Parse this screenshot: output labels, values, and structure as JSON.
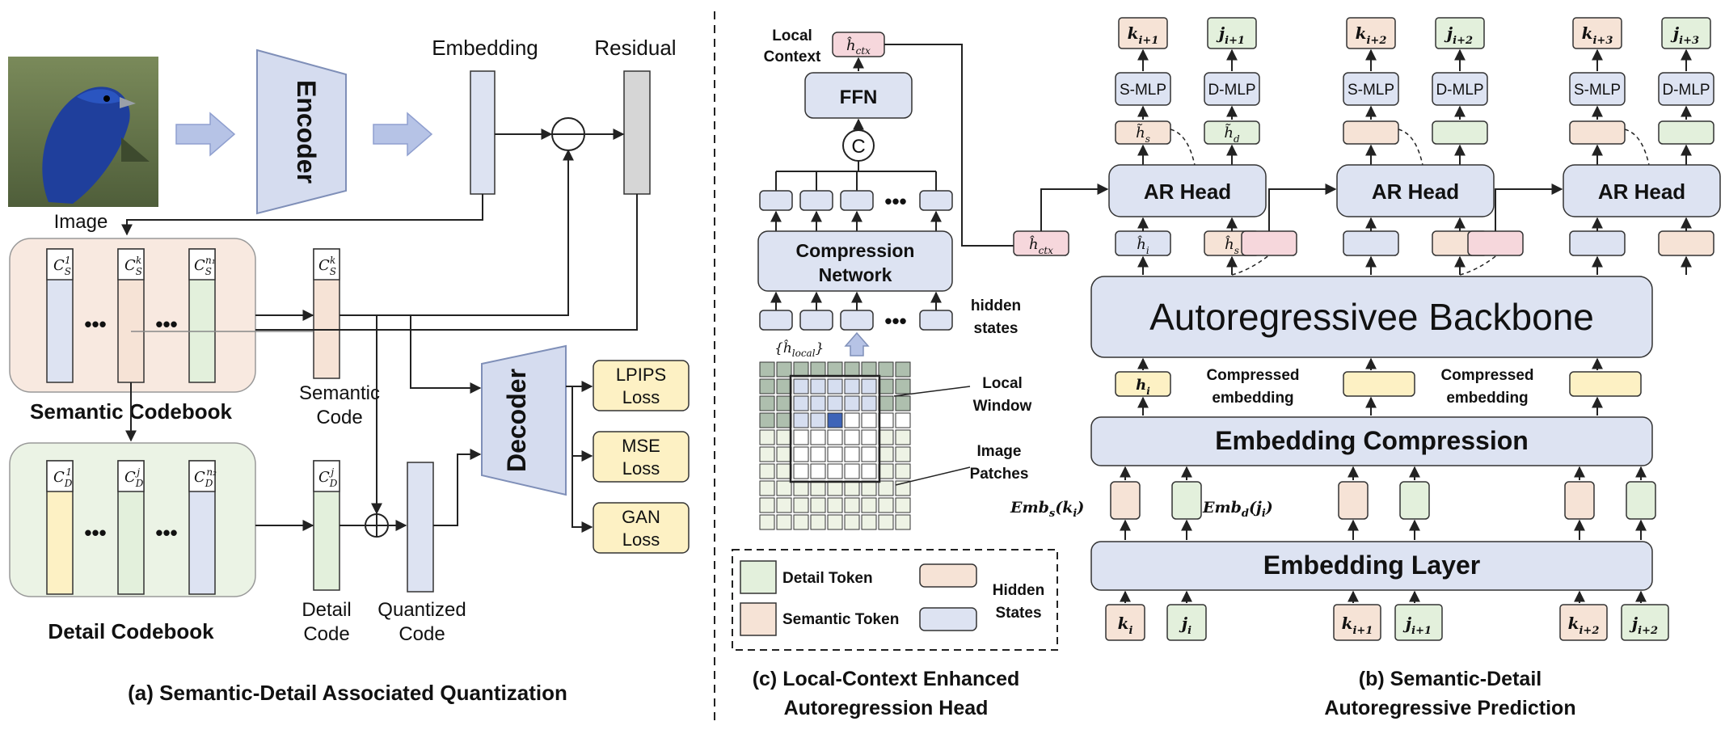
{
  "colors": {
    "hidden_state": "#dde3f2",
    "semantic": "#f6e3d6",
    "detail": "#e3f0dc",
    "yellow": "#fdf1c4",
    "pink": "#f6d7dc",
    "residual": "#d6d6d6",
    "line": "#222222",
    "panel_semantic": "#f8e9e0",
    "panel_detail": "#ebf3e5"
  },
  "section_a": {
    "image_label": "Image",
    "encoder": "Encoder",
    "embedding": "Embedding",
    "residual": "Residual",
    "semantic_codebook": "Semantic Codebook",
    "detail_codebook": "Detail Codebook",
    "semantic_code_1": "Semantic",
    "semantic_code_2": "Code",
    "detail_code_1": "Detail",
    "detail_code_2": "Code",
    "quantized_code_1": "Quantized",
    "quantized_code_2": "Code",
    "decoder": "Decoder",
    "losses": [
      {
        "line1": "LPIPS",
        "line2": "Loss"
      },
      {
        "line1": "MSE",
        "line2": "Loss"
      },
      {
        "line1": "GAN",
        "line2": "Loss"
      }
    ],
    "ellipsis": "•••",
    "sem_entries": [
      {
        "base": "C",
        "sub": "S",
        "sup": "1"
      },
      {
        "base": "C",
        "sub": "S",
        "sup": "k"
      },
      {
        "base": "C",
        "sub": "S",
        "sup": "n₁"
      }
    ],
    "det_entries": [
      {
        "base": "C",
        "sub": "D",
        "sup": "1"
      },
      {
        "base": "C",
        "sub": "D",
        "sup": "j"
      },
      {
        "base": "C",
        "sub": "D",
        "sup": "n₂"
      }
    ],
    "sem_code_entry": {
      "base": "C",
      "sub": "S",
      "sup": "k"
    },
    "det_code_entry": {
      "base": "C",
      "sub": "D",
      "sup": "j"
    },
    "caption": "(a) Semantic-Detail Associated Quantization"
  },
  "section_c": {
    "local_context_1": "Local",
    "local_context_2": "Context",
    "h_ctx": "ĥ",
    "h_ctx_sub": "ctx",
    "ffn": "FFN",
    "concat": "C",
    "compression_1": "Compression",
    "compression_2": "Network",
    "hidden_1": "hidden",
    "hidden_2": "states",
    "h_local": "{ĥ",
    "h_local_sub": "local",
    "h_local_close": "}",
    "local_window_1": "Local",
    "local_window_2": "Window",
    "image_patches_1": "Image",
    "image_patches_2": "Patches",
    "ellipsis": "•••",
    "legend": {
      "detail_token": "Detail Token",
      "semantic_token": "Semantic Token",
      "hidden_1": "Hidden",
      "hidden_2": "States"
    },
    "caption_1": "(c) Local-Context Enhanced",
    "caption_2": "Autoregression Head"
  },
  "section_b": {
    "outputs": [
      {
        "k_sub": "i+1",
        "j_sub": "i+1"
      },
      {
        "k_sub": "i+2",
        "j_sub": "i+2"
      },
      {
        "k_sub": "i+3",
        "j_sub": "i+3"
      }
    ],
    "s_mlp": "S-MLP",
    "d_mlp": "D-MLP",
    "ar_head": "AR Head",
    "h_s": "h̃",
    "h_s_sub": "s",
    "h_d": "h̃",
    "h_d_sub": "d",
    "h_ctx": "ĥ",
    "h_ctx_sub": "ctx",
    "h_i": "ĥ",
    "h_i_sub": "i",
    "h_s_in": "ĥ",
    "h_s_in_sub": "s",
    "backbone": "Autoregressivee Backbone",
    "hi_plain": "h",
    "hi_plain_sub": "i",
    "compressed_1": "Compressed",
    "compressed_2": "embedding",
    "embedding_compression": "Embedding Compression",
    "emb_s": "Emb",
    "emb_s_sub": "s",
    "emb_s_arg": "(k",
    "emb_s_arg_sub": "i",
    "emb_d": "Emb",
    "emb_d_sub": "d",
    "emb_d_arg": "(j",
    "emb_d_arg_sub": "i",
    "close": ")",
    "embedding_layer": "Embedding Layer",
    "inputs": [
      {
        "k_sub": "i",
        "j_sub": "i"
      },
      {
        "k_sub": "i+1",
        "j_sub": "i+1"
      },
      {
        "k_sub": "i+2",
        "j_sub": "i+2"
      }
    ],
    "caption_1": "(b) Semantic-Detail",
    "caption_2": "Autoregressive Prediction"
  }
}
